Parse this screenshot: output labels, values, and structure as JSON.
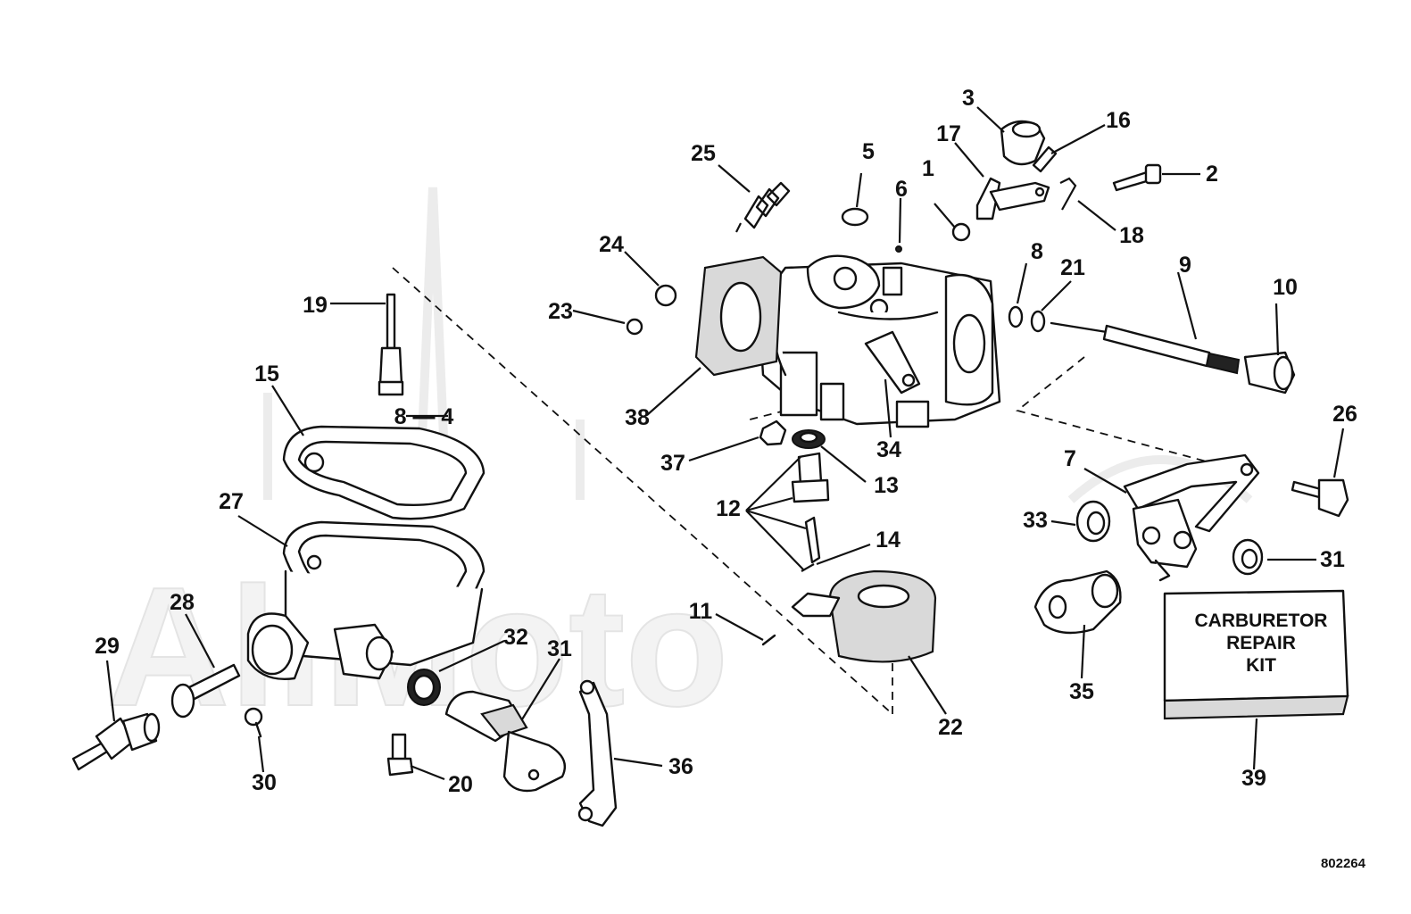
{
  "diagram": {
    "callouts": [
      {
        "id": "c1",
        "text": "1"
      },
      {
        "id": "c2",
        "text": "2"
      },
      {
        "id": "c3",
        "text": "3"
      },
      {
        "id": "c4",
        "text": "8 — 4"
      },
      {
        "id": "c5",
        "text": "5"
      },
      {
        "id": "c6",
        "text": "6"
      },
      {
        "id": "c7",
        "text": "7"
      },
      {
        "id": "c8",
        "text": "8"
      },
      {
        "id": "c9",
        "text": "9"
      },
      {
        "id": "c10",
        "text": "10"
      },
      {
        "id": "c11",
        "text": "11"
      },
      {
        "id": "c12",
        "text": "12"
      },
      {
        "id": "c13",
        "text": "13"
      },
      {
        "id": "c14",
        "text": "14"
      },
      {
        "id": "c15",
        "text": "15"
      },
      {
        "id": "c16",
        "text": "16"
      },
      {
        "id": "c17",
        "text": "17"
      },
      {
        "id": "c18",
        "text": "18"
      },
      {
        "id": "c19",
        "text": "19"
      },
      {
        "id": "c20",
        "text": "20"
      },
      {
        "id": "c21",
        "text": "21"
      },
      {
        "id": "c22",
        "text": "22"
      },
      {
        "id": "c23",
        "text": "23"
      },
      {
        "id": "c24",
        "text": "24"
      },
      {
        "id": "c25",
        "text": "25"
      },
      {
        "id": "c26",
        "text": "26"
      },
      {
        "id": "c27",
        "text": "27"
      },
      {
        "id": "c28",
        "text": "28"
      },
      {
        "id": "c29",
        "text": "29"
      },
      {
        "id": "c30",
        "text": "30"
      },
      {
        "id": "c31a",
        "text": "31"
      },
      {
        "id": "c31b",
        "text": "31"
      },
      {
        "id": "c32",
        "text": "32"
      },
      {
        "id": "c33",
        "text": "33"
      },
      {
        "id": "c34",
        "text": "34"
      },
      {
        "id": "c35",
        "text": "35"
      },
      {
        "id": "c36",
        "text": "36"
      },
      {
        "id": "c37",
        "text": "37"
      },
      {
        "id": "c38",
        "text": "38"
      },
      {
        "id": "c39",
        "text": "39"
      }
    ],
    "kit": {
      "line1": "CARBURETOR",
      "line2": "REPAIR",
      "line3": "KIT"
    },
    "reference": "802264",
    "watermark": "AllMoto"
  }
}
